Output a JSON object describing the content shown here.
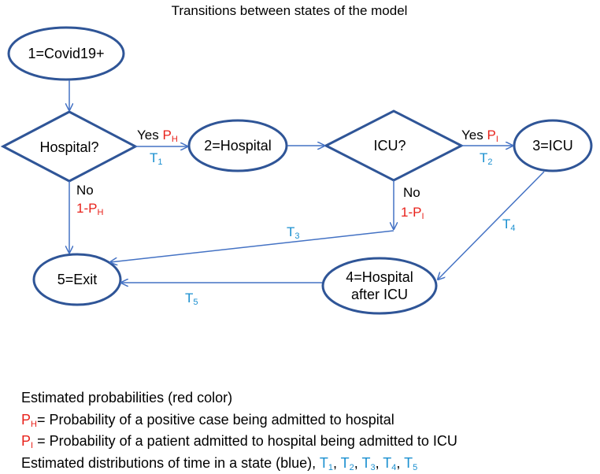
{
  "title": "Transitions between states of the model",
  "nodes": {
    "covid": "1=Covid19+",
    "hospital_decision": "Hospital?",
    "hospital": "2=Hospital",
    "icu_decision": "ICU?",
    "icu": "3=ICU",
    "exit": "5=Exit",
    "hospital_after_icu_line1": "4=Hospital",
    "hospital_after_icu_line2": "after ICU"
  },
  "edge_labels": {
    "yes": "Yes",
    "no": "No",
    "one_minus": "1-",
    "p": "P",
    "t": "T",
    "sub_h": "H",
    "sub_i": "I",
    "sub_1": "1",
    "sub_2": "2",
    "sub_3": "3",
    "sub_4": "4",
    "sub_5": "5"
  },
  "legend": {
    "line1": "Estimated probabilities (red color)",
    "line2_text": "= Probability of a positive case being admitted to hospital",
    "line3_text": " = Probability of a patient admitted to hospital being admitted to ICU",
    "line4_text": "Estimated distributions of time in a state (blue), ",
    "comma": ", "
  },
  "colors": {
    "shape_stroke": "#2f5597",
    "arrow": "#4472c4",
    "probability": "#e8221b",
    "time": "#1a8fd0"
  }
}
